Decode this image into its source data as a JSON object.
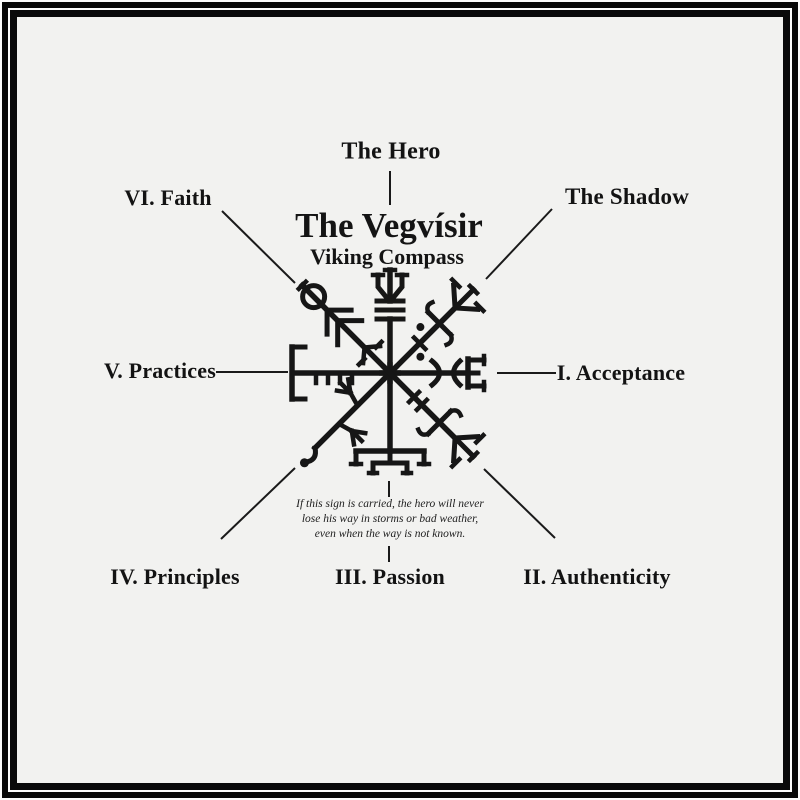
{
  "poster": {
    "center_title": "The Vegvísir",
    "center_subtitle": "Viking Compass",
    "quote_line1": "If this sign is carried, the hero will never",
    "quote_line2": "lose his way in storms or bad weather,",
    "quote_line3": "even when the way is not known."
  },
  "spokes": [
    {
      "label": "The Hero",
      "position": "top"
    },
    {
      "label": "The Shadow",
      "position": "top-right"
    },
    {
      "label": "I. Acceptance",
      "position": "right"
    },
    {
      "label": "II. Authenticity",
      "position": "bottom-right"
    },
    {
      "label": "III. Passion",
      "position": "bottom"
    },
    {
      "label": "IV. Principles",
      "position": "bottom-left"
    },
    {
      "label": "V. Practices",
      "position": "left"
    },
    {
      "label": "VI. Faith",
      "position": "top-left"
    }
  ],
  "colors": {
    "background": "#f2f2f0",
    "ink": "#161616",
    "frame": "#0a0a0a",
    "connector": "#1a1a1a"
  }
}
